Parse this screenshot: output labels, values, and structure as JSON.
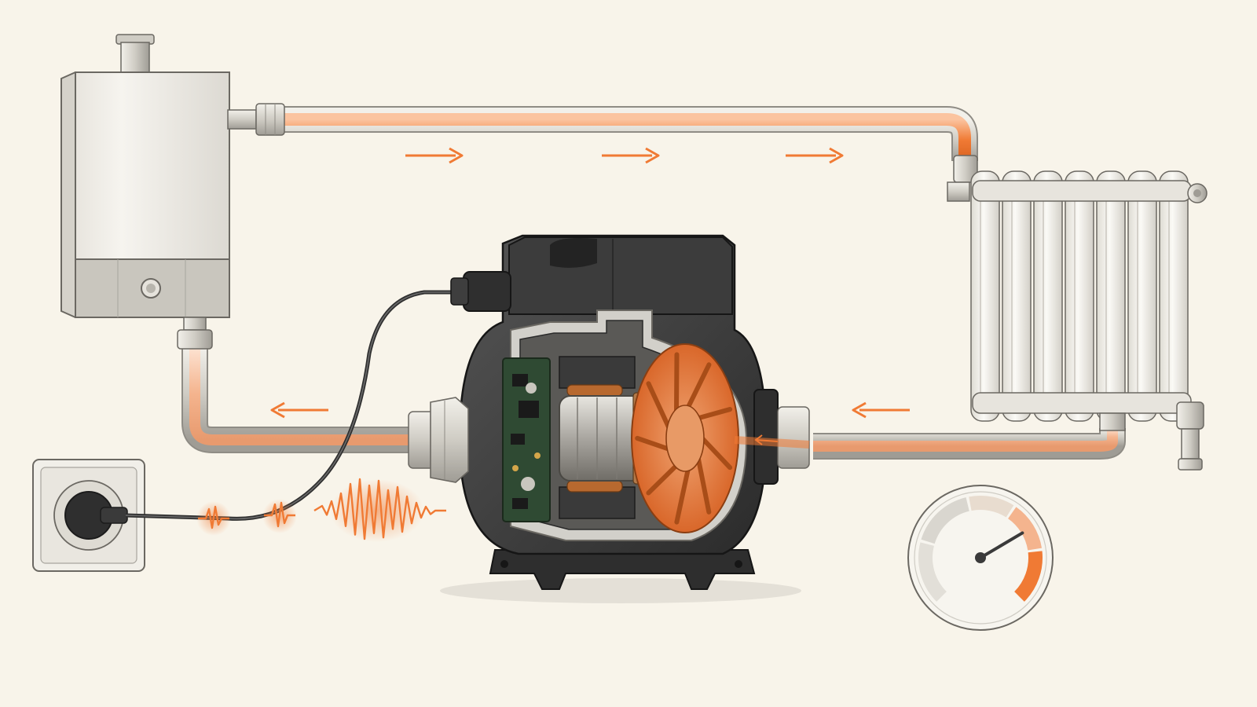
{
  "diagram": {
    "labels": []
  },
  "colors": {
    "background": "#f8f4ea",
    "hot_water": "#f07a34",
    "warm_water": "#f4b48e",
    "pipe_metal": "#d9d6cf",
    "pump_body": "#3b3b3b",
    "pump_cutaway": "#d2d0ca",
    "impeller": "#e4874b",
    "pcb": "#2f4a33",
    "appliance": "#f1efe9",
    "outline": "#6b6862"
  },
  "components": {
    "boiler": {
      "icon": "boiler-icon"
    },
    "radiator": {
      "icon": "radiator-icon",
      "sections": 7
    },
    "pump": {
      "icon": "circulator-pump-cutaway"
    },
    "outlet": {
      "icon": "wall-socket-icon"
    },
    "gauge": {
      "icon": "pressure-gauge-icon",
      "needle_level": 0.72
    }
  },
  "flow": {
    "supply_arrows": 3,
    "supply_direction": "right",
    "return_arrows": 2,
    "return_direction": "left"
  }
}
